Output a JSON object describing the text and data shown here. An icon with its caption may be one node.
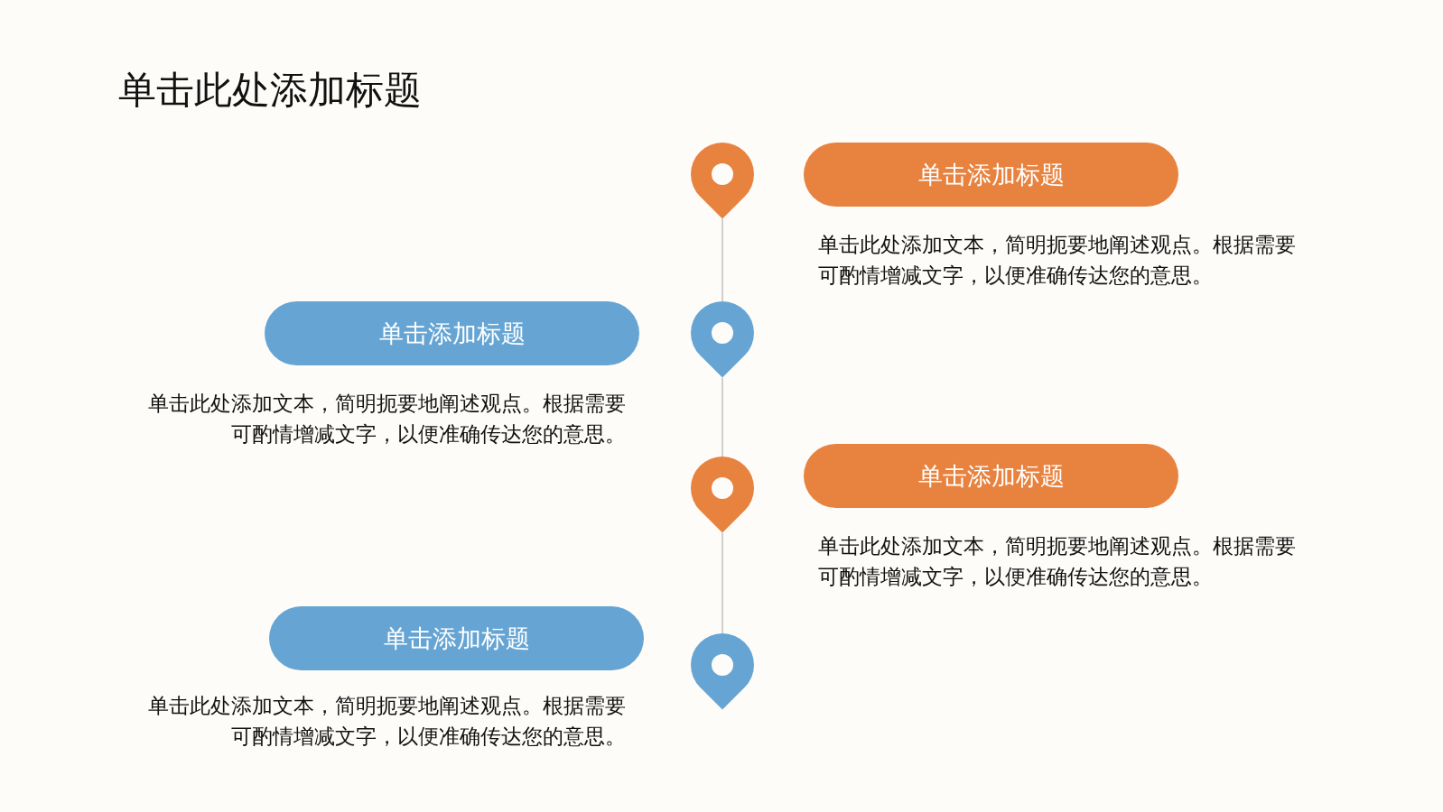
{
  "diagram": {
    "title": "单击此处添加标题",
    "nodes": [
      {
        "text": [],
        "shape": "pin"
      },
      {
        "text": [
          "单击添加标题"
        ],
        "beside": [
          "单击此处添加文本，简明扼要地阐述观点。根据需要可酌情增减文字，以便准确传达您的意思。"
        ]
      },
      {
        "text": [
          "单击添加标题"
        ],
        "beside": [
          "单击此处添加文本，简明扼要地阐述观点。根据需要可酌情增减文字，以便准确传达您的意思。"
        ]
      },
      {
        "text": [],
        "shape": "pin"
      },
      {
        "text": [],
        "shape": "pin"
      },
      {
        "text": [
          "单击添加标题"
        ],
        "beside": [
          "单击此处添加文本，简明扼要地阐述观点。根据需要可酌情增减文字，以便准确传达您的意思。"
        ]
      },
      {
        "text": [
          "单击添加标题"
        ],
        "beside": [
          "单击此处添加文本，简明扼要地阐述观点。根据需要可酌情增减文字，以便准确传达您的意思。"
        ]
      },
      {
        "text": [],
        "shape": "pin"
      }
    ],
    "edges": [
      {
        "from": 0,
        "to": 3,
        "arrow": "none"
      },
      {
        "from": 3,
        "to": 4,
        "arrow": "none"
      },
      {
        "from": 4,
        "to": 7,
        "arrow": "none"
      }
    ]
  }
}
